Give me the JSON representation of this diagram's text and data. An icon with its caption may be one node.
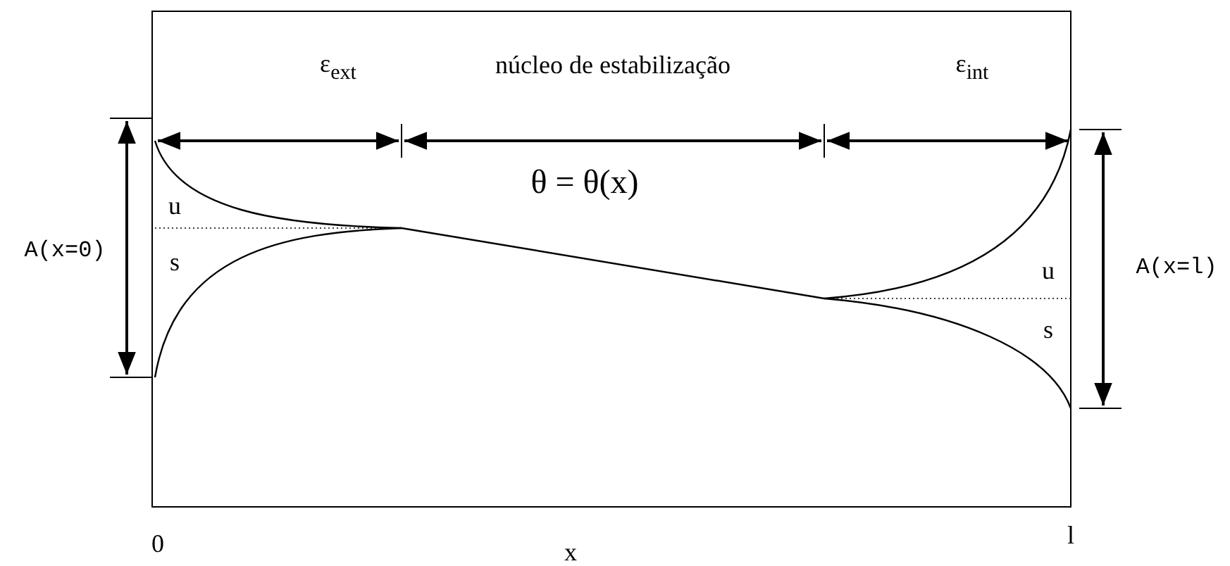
{
  "diagram": {
    "labels": [
      "ε$_{ext}$",
      "núcleo de estabilização",
      "ε$_{int}$",
      "θ = θ(x)",
      "u",
      "s",
      "A(x=0)",
      "u",
      "s",
      "A(x=l)",
      "0",
      "x",
      "l"
    ]
  }
}
